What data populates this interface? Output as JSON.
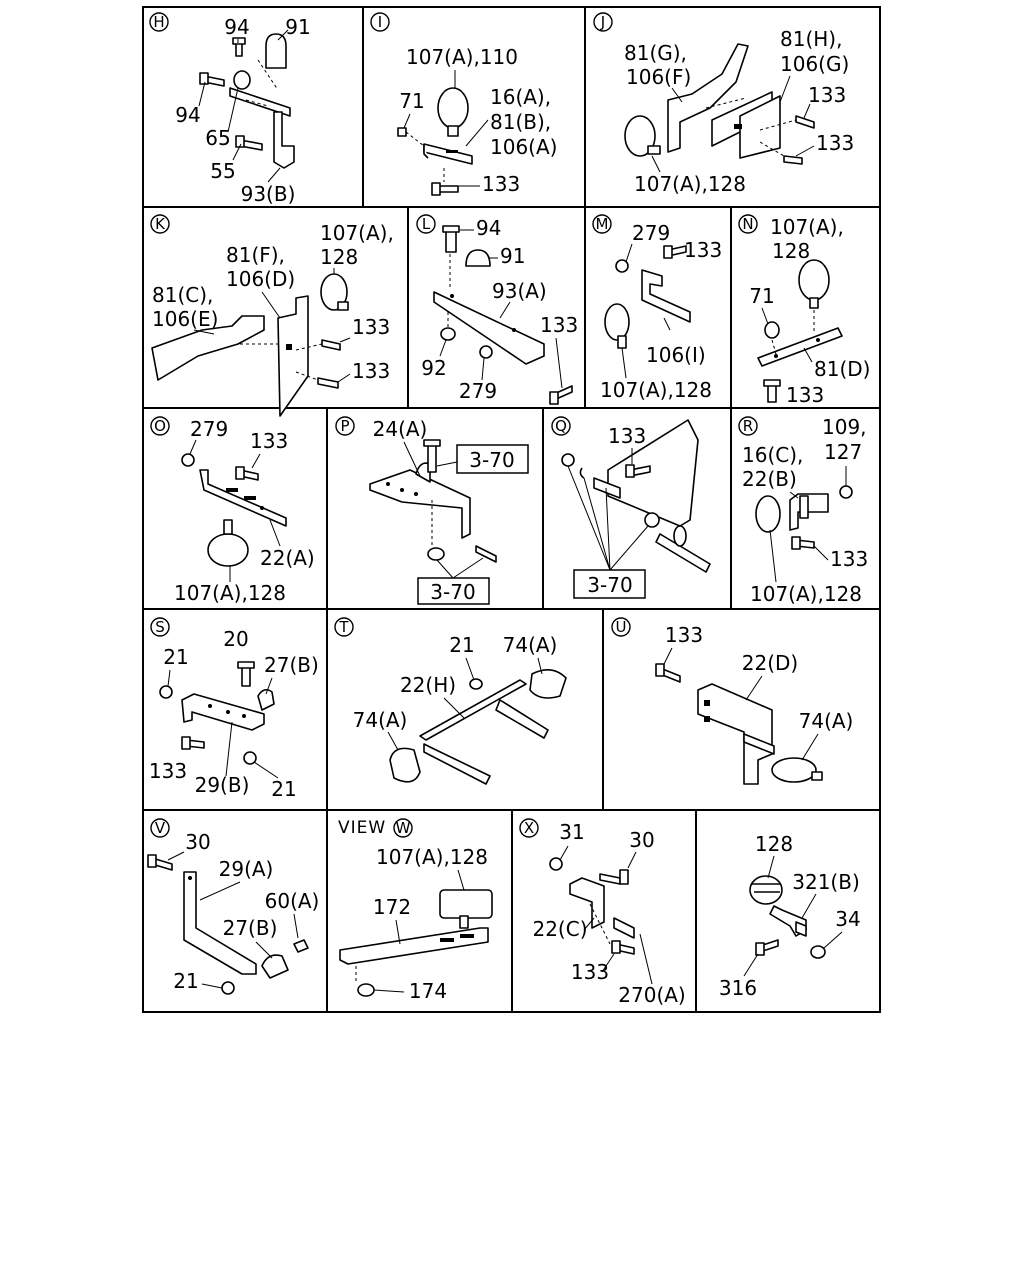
{
  "sections": [
    {
      "letter": "H",
      "labels": [
        "94",
        "91",
        "94",
        "65",
        "55",
        "93(B)"
      ]
    },
    {
      "letter": "I",
      "labels": [
        "107(A),110",
        "71",
        "16(A),",
        "81(B),",
        "106(A)",
        "133"
      ]
    },
    {
      "letter": "J",
      "labels": [
        "81(G),",
        "106(F)",
        "81(H),",
        "106(G)",
        "133",
        "133",
        "107(A),128"
      ]
    },
    {
      "letter": "K",
      "labels": [
        "107(A),",
        "128",
        "81(F),",
        "106(D)",
        "81(C),",
        "106(E)",
        "133",
        "133"
      ]
    },
    {
      "letter": "L",
      "labels": [
        "94",
        "91",
        "93(A)",
        "133",
        "92",
        "279"
      ]
    },
    {
      "letter": "M",
      "labels": [
        "279",
        "133",
        "106(I)",
        "107(A),128"
      ]
    },
    {
      "letter": "N",
      "labels": [
        "107(A),",
        "128",
        "71",
        "81(D)",
        "133"
      ]
    },
    {
      "letter": "O",
      "labels": [
        "279",
        "133",
        "22(A)",
        "107(A),128"
      ]
    },
    {
      "letter": "P",
      "labels": [
        "24(A)",
        "3-70",
        "3-70"
      ]
    },
    {
      "letter": "Q",
      "labels": [
        "133",
        "3-70"
      ]
    },
    {
      "letter": "R",
      "labels": [
        "109,",
        "16(C),",
        "127",
        "22(B)",
        "133",
        "107(A),128"
      ]
    },
    {
      "letter": "S",
      "labels": [
        "20",
        "21",
        "27(B)",
        "133",
        "29(B)",
        "21"
      ]
    },
    {
      "letter": "T",
      "labels": [
        "21",
        "74(A)",
        "22(H)",
        "74(A)"
      ]
    },
    {
      "letter": "U",
      "labels": [
        "133",
        "22(D)",
        "74(A)"
      ]
    },
    {
      "letter": "V",
      "labels": [
        "30",
        "29(A)",
        "60(A)",
        "27(B)",
        "21"
      ]
    },
    {
      "letter": "W",
      "view_prefix": "VIEW",
      "labels": [
        "107(A),128",
        "172",
        "174"
      ]
    },
    {
      "letter": "X",
      "labels": [
        "31",
        "30",
        "22(C)",
        "133",
        "270(A)"
      ]
    },
    {
      "letter": "",
      "labels": [
        "128",
        "321(B)",
        "34",
        "316"
      ]
    }
  ]
}
